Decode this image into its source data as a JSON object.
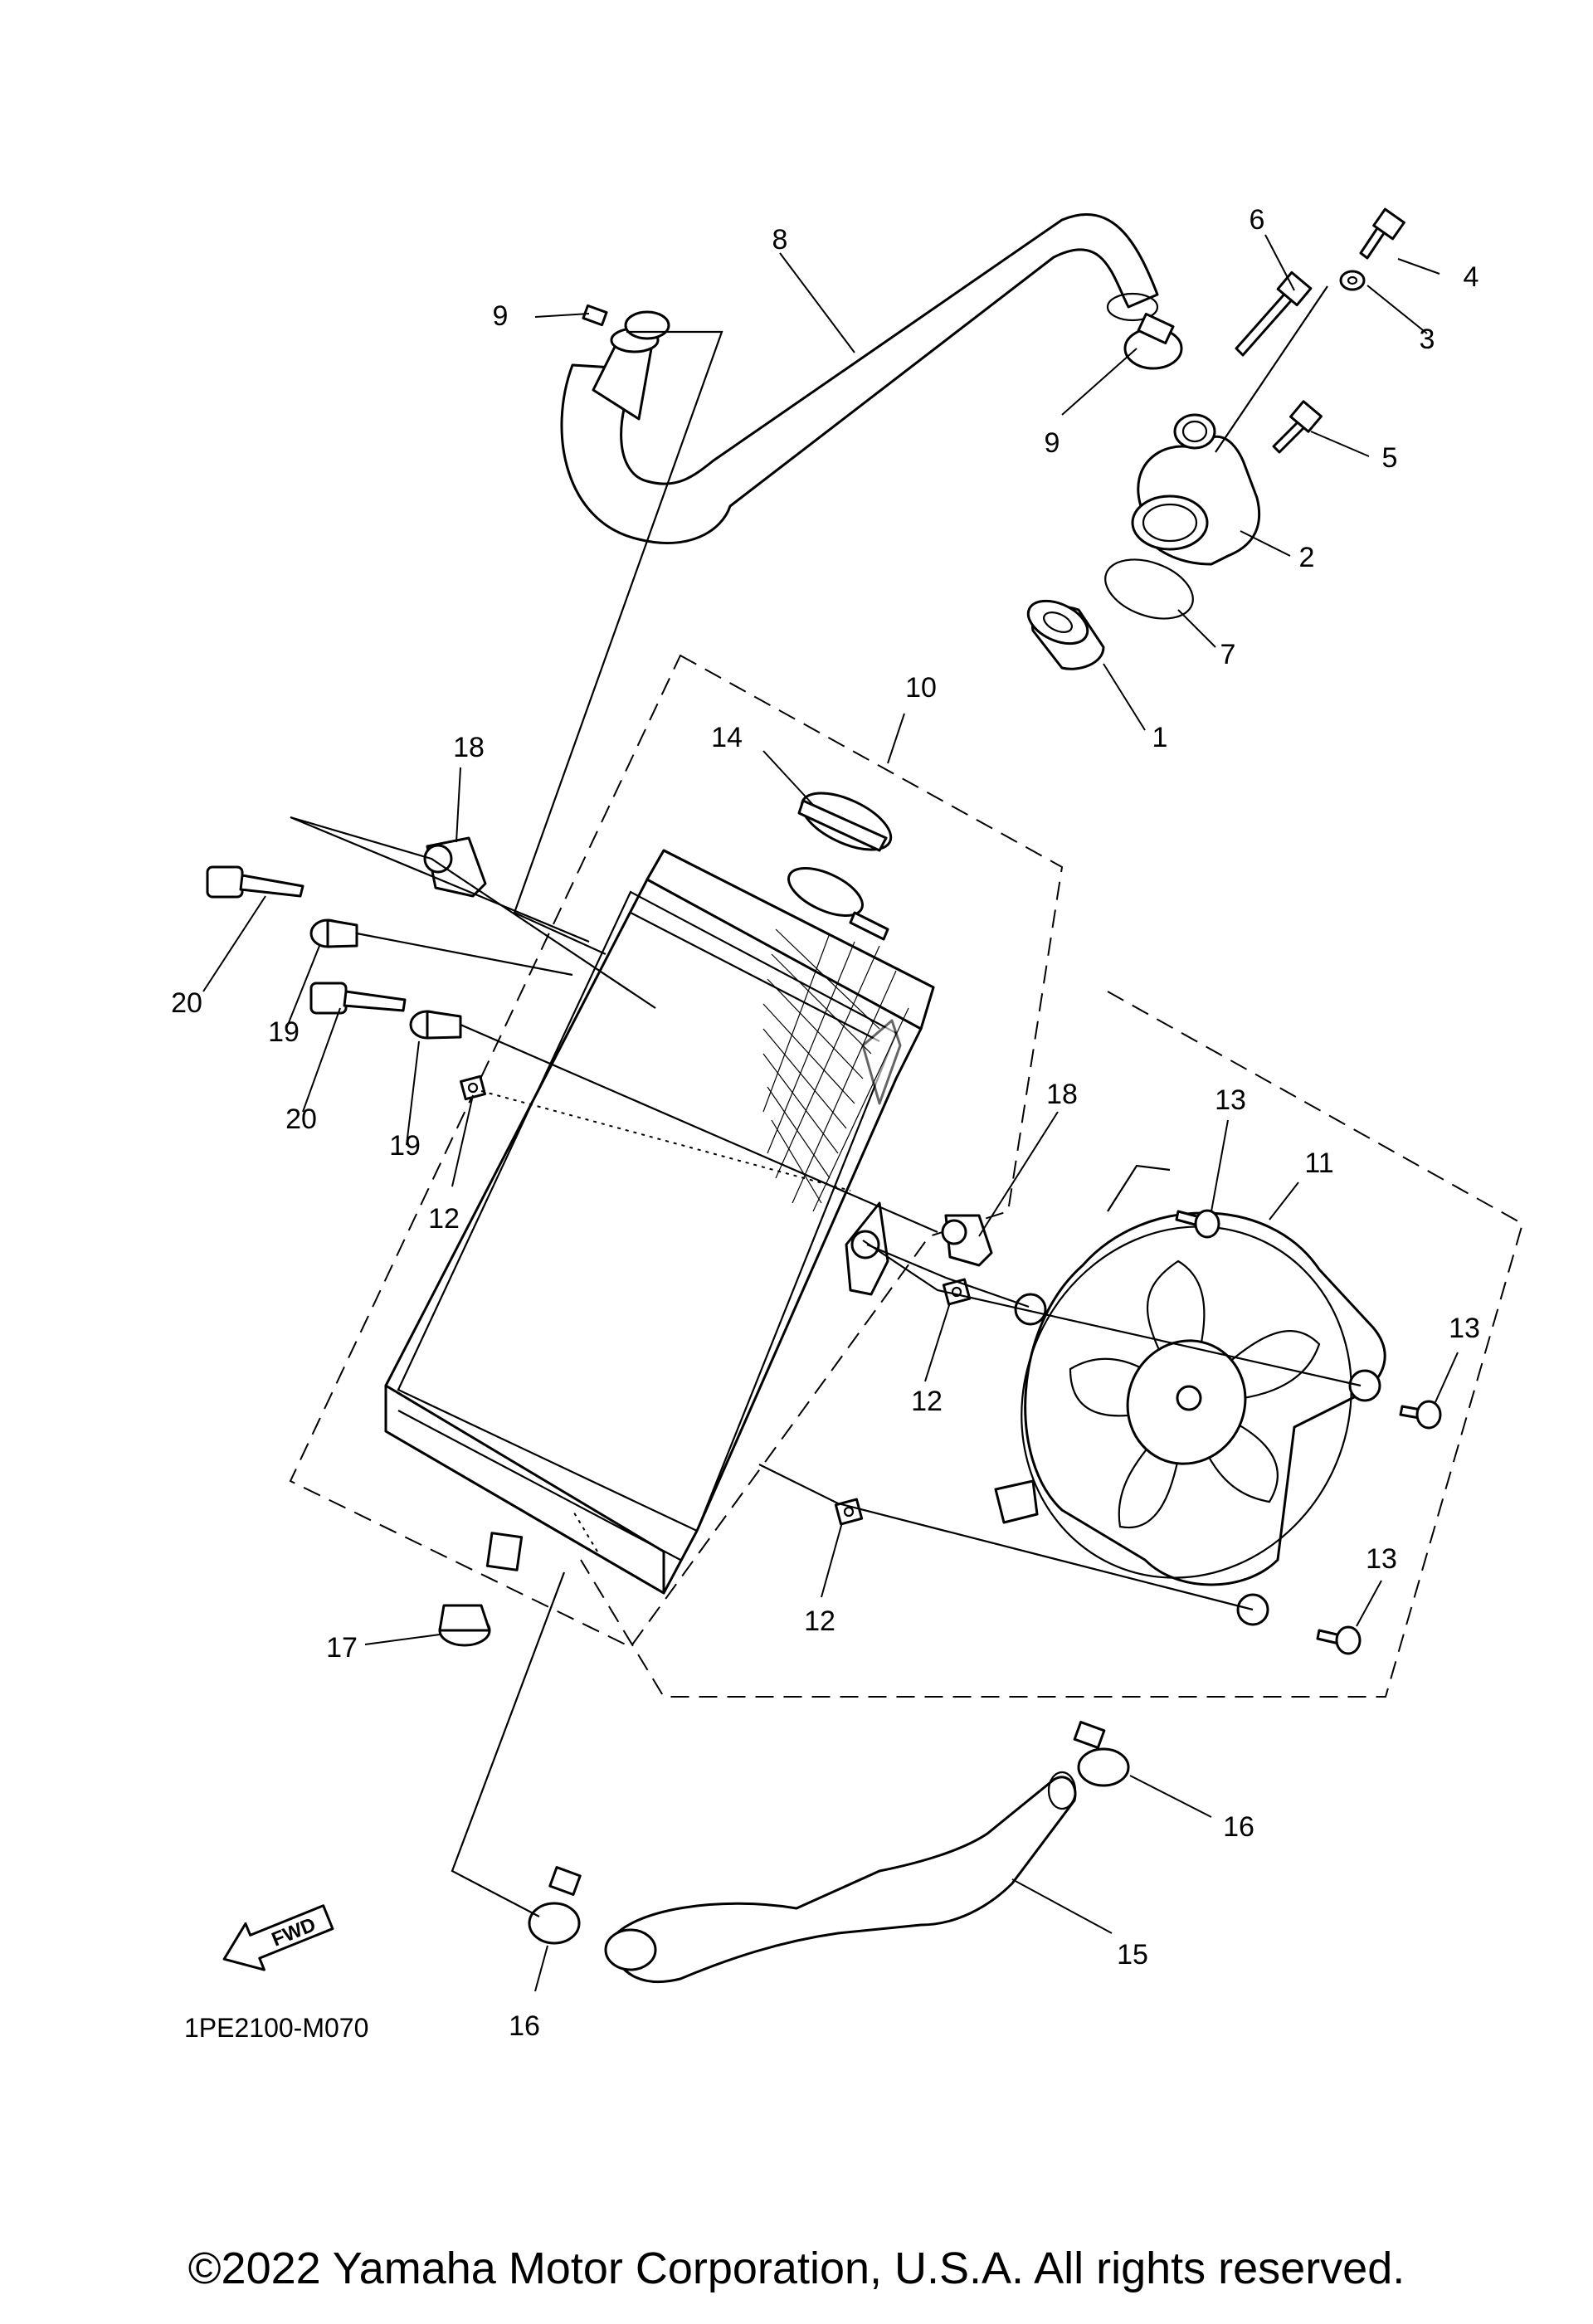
{
  "callouts": {
    "c1": "1",
    "c2": "2",
    "c3": "3",
    "c4": "4",
    "c5": "5",
    "c6": "6",
    "c7": "7",
    "c8": "8",
    "c9a": "9",
    "c9b": "9",
    "c10": "10",
    "c11": "11",
    "c12a": "12",
    "c12b": "12",
    "c12c": "12",
    "c13a": "13",
    "c13b": "13",
    "c13c": "13",
    "c14": "14",
    "c15": "15",
    "c16a": "16",
    "c16b": "16",
    "c17": "17",
    "c18a": "18",
    "c18b": "18",
    "c19a": "19",
    "c19b": "19",
    "c20a": "20",
    "c20b": "20"
  },
  "fwd_label": "FWD",
  "drawing_code": "1PE2100-M070",
  "copyright": "©2022 Yamaha Motor Corporation, U.S.A. All rights reserved."
}
